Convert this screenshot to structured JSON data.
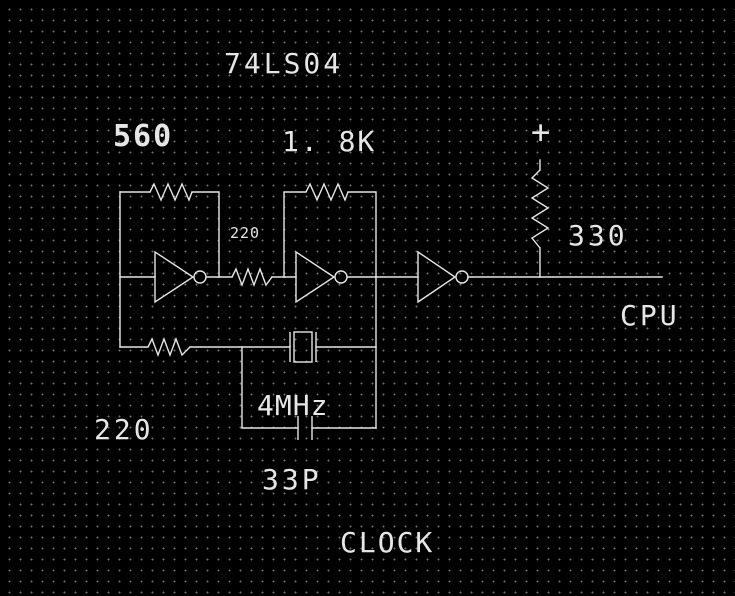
{
  "labels": {
    "chip": "74LS04",
    "r_feedback_1": "560",
    "r_feedback_2": "1. 8K",
    "r_series": "220",
    "r_pullup": "330",
    "r_bottom": "220",
    "crystal": "4MHz",
    "capacitor": "33P",
    "supply": "+",
    "output": "CPU",
    "title": "CLOCK"
  },
  "colors": {
    "background": "#000000",
    "line": "#e6e6e6",
    "grid_dot": "#6f6f6f"
  }
}
